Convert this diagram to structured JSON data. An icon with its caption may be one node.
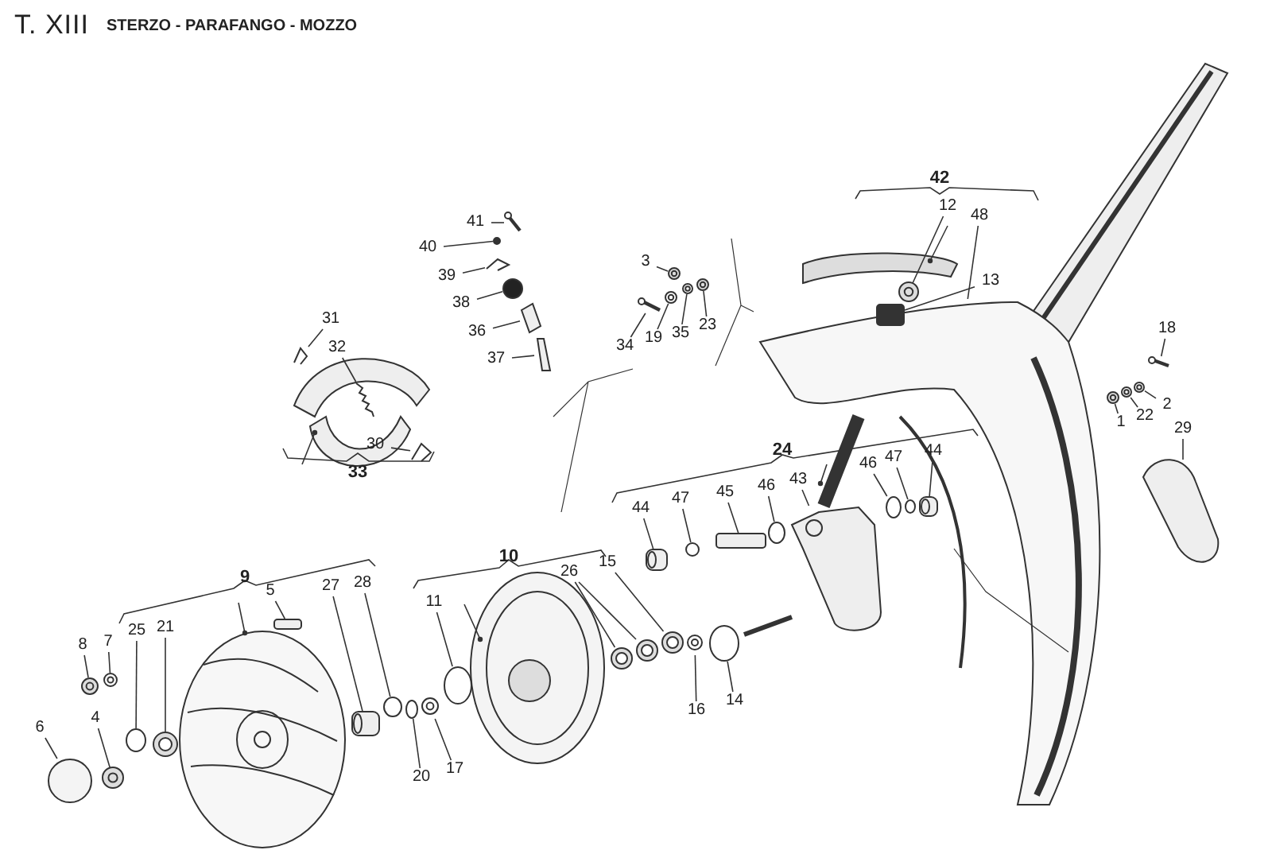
{
  "diagram": {
    "title": "T. XIII",
    "nodes": [
      {
        "text": [
          "41"
        ]
      },
      {
        "text": [
          "40"
        ]
      },
      {
        "text": [
          "3"
        ]
      },
      {
        "text": [
          "39"
        ]
      },
      {
        "text": [
          "38"
        ]
      },
      {
        "text": [
          "31"
        ]
      },
      {
        "text": [
          "36"
        ]
      },
      {
        "text": [
          "23"
        ]
      },
      {
        "text": [
          "35"
        ]
      },
      {
        "text": [
          "19"
        ]
      },
      {
        "text": [
          "34"
        ]
      },
      {
        "text": [
          "37"
        ]
      },
      {
        "text": [
          "32"
        ]
      },
      {
        "text": [
          "30"
        ]
      },
      {
        "text": [
          "12"
        ]
      },
      {
        "text": [
          "48"
        ]
      },
      {
        "text": [
          "13"
        ]
      },
      {
        "text": [
          "18"
        ]
      },
      {
        "text": [
          "2"
        ]
      },
      {
        "text": [
          "22"
        ]
      },
      {
        "text": [
          "1"
        ]
      },
      {
        "text": [
          "29"
        ]
      },
      {
        "text": [
          "44"
        ]
      },
      {
        "text": [
          "47"
        ]
      },
      {
        "text": [
          "46"
        ]
      },
      {
        "text": [
          "43"
        ]
      },
      {
        "text": [
          "46"
        ]
      },
      {
        "text": [
          "45"
        ]
      },
      {
        "text": [
          "47"
        ]
      },
      {
        "text": [
          "44"
        ]
      },
      {
        "text": [
          "15"
        ]
      },
      {
        "text": [
          "26"
        ]
      },
      {
        "text": [
          "28"
        ]
      },
      {
        "text": [
          "27"
        ]
      },
      {
        "text": [
          "5"
        ]
      },
      {
        "text": [
          "11"
        ]
      },
      {
        "text": [
          "21"
        ]
      },
      {
        "text": [
          "25"
        ]
      },
      {
        "text": [
          "7"
        ]
      },
      {
        "text": [
          "8"
        ]
      },
      {
        "text": [
          "14"
        ]
      },
      {
        "text": [
          "16"
        ]
      },
      {
        "text": [
          "4"
        ]
      },
      {
        "text": [
          "6"
        ]
      },
      {
        "text": [
          "17"
        ]
      },
      {
        "text": [
          "20"
        ]
      },
      {
        "text": [],
        "shape": "picture"
      },
      {
        "text": [],
        "shape": "circle"
      },
      {
        "text": [],
        "shape": "picture"
      },
      {
        "text": [],
        "shape": "picture"
      },
      {
        "text": [],
        "shape": "circle"
      },
      {
        "text": [],
        "shape": "picture"
      },
      {
        "text": [],
        "shape": "picture"
      },
      {
        "text": [],
        "shape": "picture"
      },
      {
        "text": [],
        "shape": "picture"
      },
      {
        "text": [],
        "shape": "picture"
      },
      {
        "text": [],
        "shape": "picture"
      },
      {
        "text": [],
        "shape": "picture"
      },
      {
        "text": [],
        "shape": "picture"
      },
      {
        "text": [],
        "shape": "picture"
      },
      {
        "text": [],
        "shape": "picture"
      },
      {
        "text": [],
        "shape": "picture"
      },
      {
        "text": [],
        "shape": "box"
      },
      {
        "text": [],
        "shape": "picture"
      },
      {
        "text": [],
        "shape": "picture"
      },
      {
        "text": [],
        "shape": "picture"
      },
      {
        "text": [],
        "shape": "picture"
      },
      {
        "text": [],
        "shape": "picture"
      },
      {
        "text": [],
        "shape": "picture"
      },
      {
        "text": [],
        "shape": "circle"
      },
      {
        "text": [],
        "shape": "circle"
      },
      {
        "text": [],
        "shape": "picture"
      },
      {
        "text": [],
        "shape": "circle"
      },
      {
        "text": [],
        "shape": "box"
      },
      {
        "text": [],
        "shape": "circle"
      },
      {
        "text": [],
        "shape": "picture"
      },
      {
        "text": [],
        "shape": "picture"
      },
      {
        "text": [],
        "shape": "picture"
      },
      {
        "text": [],
        "shape": "circle"
      },
      {
        "text": [],
        "shape": "picture"
      },
      {
        "text": [],
        "shape": "box"
      },
      {
        "text": [],
        "shape": "circle"
      },
      {
        "text": [],
        "shape": "picture"
      },
      {
        "text": [],
        "shape": "circle"
      },
      {
        "text": [],
        "shape": "picture"
      },
      {
        "text": [],
        "shape": "picture"
      },
      {
        "text": [],
        "shape": "circle"
      },
      {
        "text": [],
        "shape": "picture"
      },
      {
        "text": [],
        "shape": "picture"
      },
      {
        "text": [],
        "shape": "circle"
      },
      {
        "text": [],
        "shape": "picture"
      },
      {
        "text": [],
        "shape": "circle"
      },
      {
        "text": [],
        "shape": "picture"
      }
    ],
    "edges": [
      {
        "from": 0,
        "to": 46,
        "arrow": "none"
      },
      {
        "from": 1,
        "to": 47,
        "arrow": "none"
      },
      {
        "from": 2,
        "to": 48,
        "arrow": "none"
      },
      {
        "from": 3,
        "to": 49,
        "arrow": "none"
      },
      {
        "from": 4,
        "to": 50,
        "arrow": "none"
      },
      {
        "from": 5,
        "to": 51,
        "arrow": "none"
      },
      {
        "from": 6,
        "to": 52,
        "arrow": "none"
      },
      {
        "from": 7,
        "to": 53,
        "arrow": "none"
      },
      {
        "from": 8,
        "to": 54,
        "arrow": "none"
      },
      {
        "from": 9,
        "to": 55,
        "arrow": "none"
      },
      {
        "from": 10,
        "to": 56,
        "arrow": "none"
      },
      {
        "from": 11,
        "to": 57,
        "arrow": "none"
      },
      {
        "from": 12,
        "to": 58,
        "arrow": "none"
      },
      {
        "from": 13,
        "to": 59,
        "arrow": "none"
      },
      {
        "from": 14,
        "to": 60,
        "arrow": "none"
      },
      {
        "from": 15,
        "to": 61,
        "arrow": "none"
      },
      {
        "from": 16,
        "to": 62,
        "arrow": "none"
      },
      {
        "from": 17,
        "to": 63,
        "arrow": "none"
      },
      {
        "from": 18,
        "to": 64,
        "arrow": "none"
      },
      {
        "from": 19,
        "to": 65,
        "arrow": "none"
      },
      {
        "from": 20,
        "to": 66,
        "arrow": "none"
      },
      {
        "from": 21,
        "to": 67,
        "arrow": "none"
      },
      {
        "from": 22,
        "to": 68,
        "arrow": "none"
      },
      {
        "from": 23,
        "to": 69,
        "arrow": "none"
      },
      {
        "from": 24,
        "to": 70,
        "arrow": "none"
      },
      {
        "from": 25,
        "to": 71,
        "arrow": "none"
      },
      {
        "from": 26,
        "to": 72,
        "arrow": "none"
      },
      {
        "from": 27,
        "to": 73,
        "arrow": "none"
      },
      {
        "from": 28,
        "to": 74,
        "arrow": "none"
      },
      {
        "from": 29,
        "to": 75,
        "arrow": "none"
      },
      {
        "from": 30,
        "to": 76,
        "arrow": "none"
      },
      {
        "from": 31,
        "to": 77,
        "arrow": "none"
      },
      {
        "from": 32,
        "to": 78,
        "arrow": "none"
      },
      {
        "from": 33,
        "to": 79,
        "arrow": "none"
      },
      {
        "from": 34,
        "to": 80,
        "arrow": "none"
      },
      {
        "from": 35,
        "to": 81,
        "arrow": "none"
      },
      {
        "from": 36,
        "to": 82,
        "arrow": "none"
      },
      {
        "from": 37,
        "to": 83,
        "arrow": "none"
      },
      {
        "from": 38,
        "to": 84,
        "arrow": "none"
      },
      {
        "from": 39,
        "to": 85,
        "arrow": "none"
      },
      {
        "from": 40,
        "to": 86,
        "arrow": "none"
      },
      {
        "from": 41,
        "to": 87,
        "arrow": "none"
      },
      {
        "from": 42,
        "to": 88,
        "arrow": "none"
      },
      {
        "from": 43,
        "to": 89,
        "arrow": "none"
      },
      {
        "from": 44,
        "to": 90,
        "arrow": "none"
      },
      {
        "from": 45,
        "to": 91,
        "arrow": "none"
      },
      {
        "from": 31,
        "to": 92,
        "arrow": "none"
      }
    ],
    "labels": [
      "STERZO - PARAFANGO - MOZZO",
      "42",
      "33",
      "24",
      "10",
      "9"
    ]
  }
}
